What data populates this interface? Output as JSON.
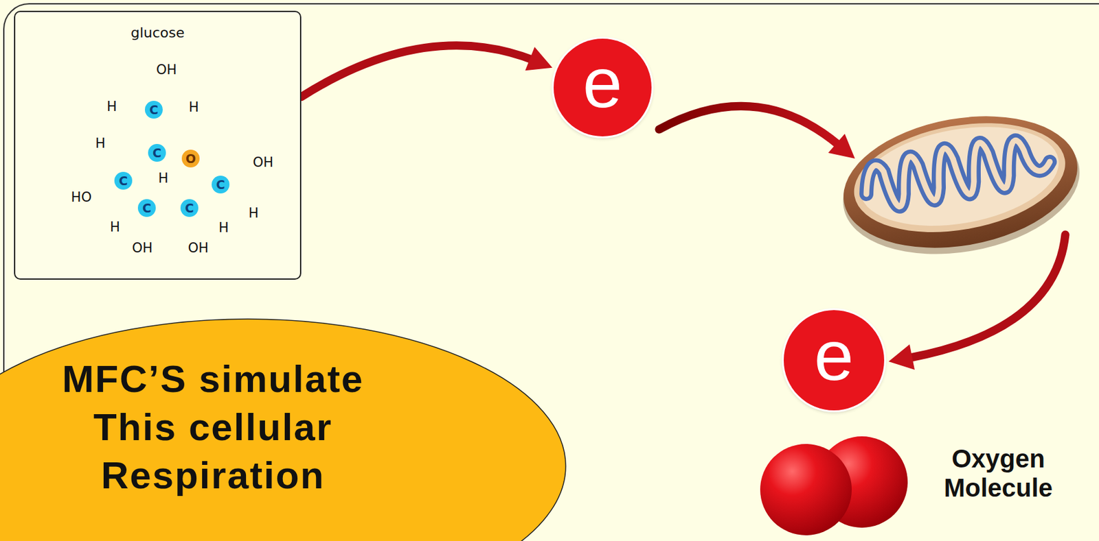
{
  "diagram": {
    "nodes": [
      {
        "text": [
          "glucose"
        ]
      },
      {
        "text": [
          "C"
        ],
        "in": 0
      },
      {
        "text": [
          "C"
        ],
        "in": 0
      },
      {
        "text": [
          "O"
        ],
        "in": 0
      },
      {
        "text": [
          "C"
        ],
        "in": 0
      },
      {
        "text": [
          "C"
        ],
        "in": 0
      },
      {
        "text": [
          "C"
        ],
        "in": 0
      },
      {
        "text": [
          "C"
        ],
        "in": 0
      },
      {
        "text": [
          "e"
        ]
      },
      {
        "text": [
          "e"
        ]
      },
      {
        "text": [
          "MFC’S simulate This cellular Respiration"
        ]
      }
    ],
    "edges": [
      {
        "from": 0,
        "to": 8,
        "arrow": "to"
      }
    ],
    "labels": [
      "OH",
      "H",
      "H",
      "H",
      "OH",
      "H",
      "HO",
      "H",
      "H",
      "H",
      "OH",
      "OH",
      "Oxygen Molecule"
    ]
  }
}
